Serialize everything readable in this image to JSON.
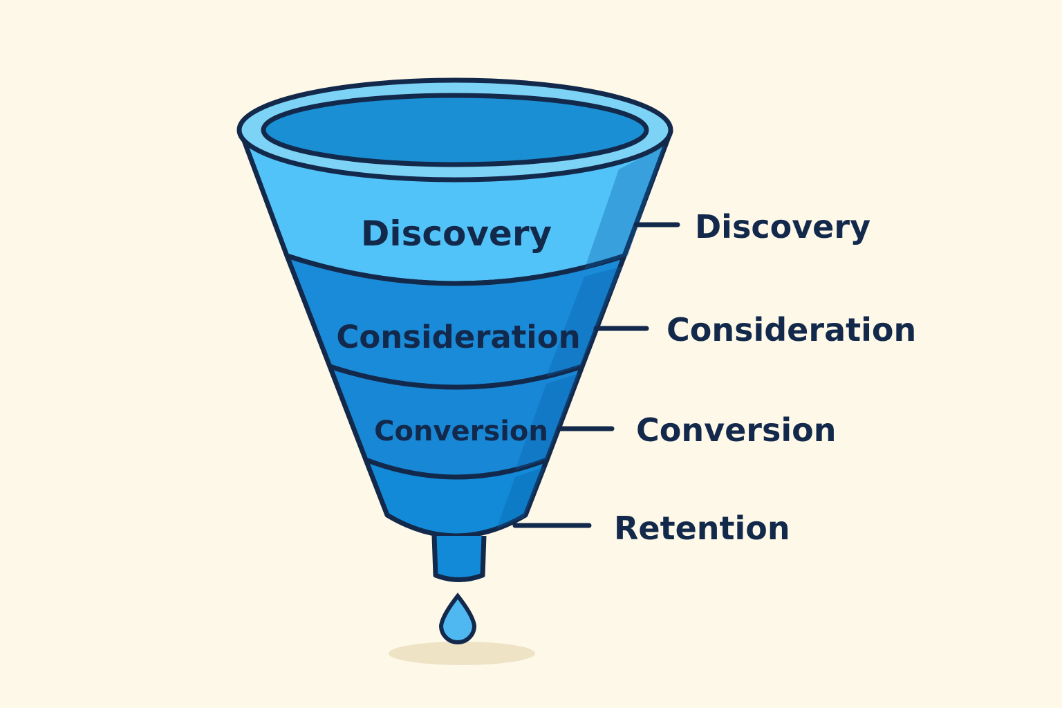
{
  "funnel": {
    "stages": [
      {
        "inner_label": "Discovery",
        "side_label": "Discovery",
        "color": "#52C3F8"
      },
      {
        "inner_label": "Consideration",
        "side_label": "Consideration",
        "color": "#1A8BD8"
      },
      {
        "inner_label": "Conversion",
        "side_label": "Conversion",
        "color": "#1787D6"
      },
      {
        "inner_label": "",
        "side_label": "Retention",
        "color": "#128AD8"
      }
    ],
    "outline_color": "#13294B",
    "rim_color": "#7DD3F5",
    "inner_color": "#1A8FD3",
    "drop_color": "#4FB8F0",
    "background": "#FDF8E8"
  }
}
